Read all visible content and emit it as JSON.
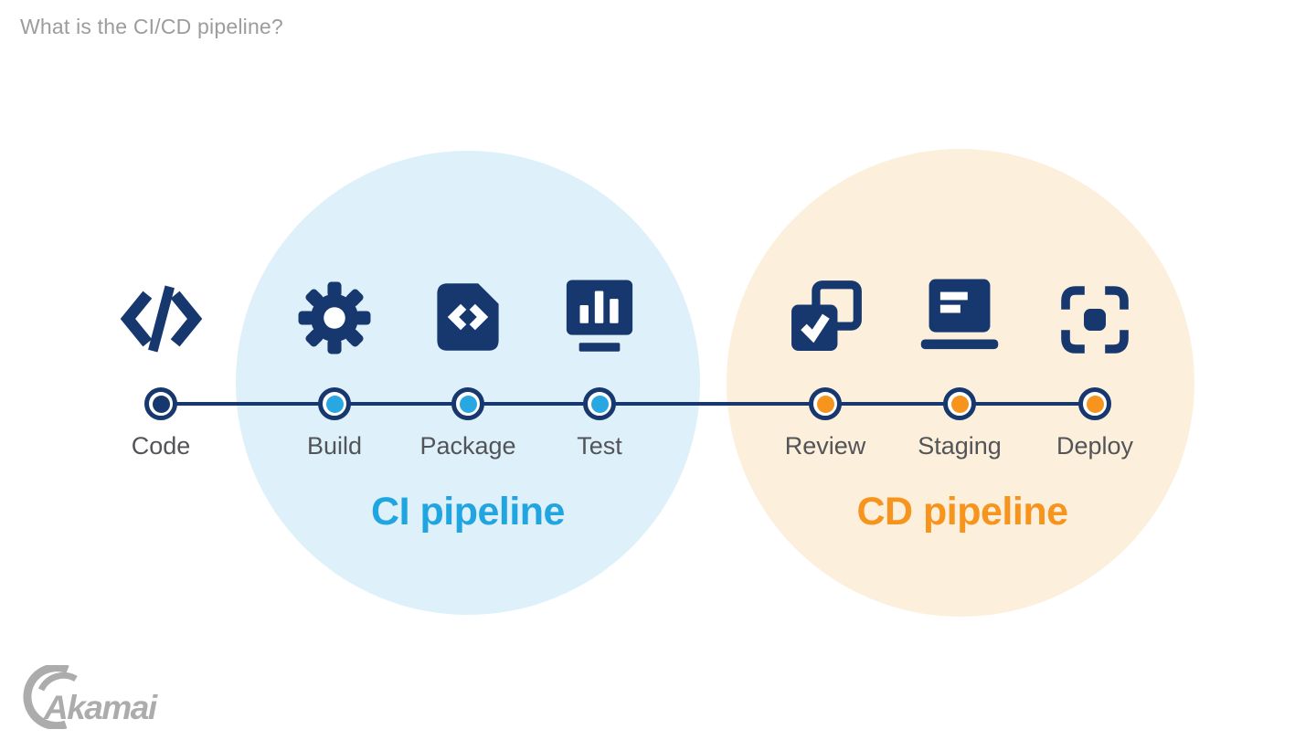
{
  "page": {
    "title": "What is the CI/CD pipeline?"
  },
  "colors": {
    "navy": "#17386E",
    "ci_blue": "#21A5E1",
    "cd_orange": "#F7941D",
    "ci_circle_bg": "#DEF0FA",
    "cd_circle_bg": "#FCEFDC",
    "title_gray": "#9C9C9C",
    "label_gray": "#525457",
    "logo_gray": "#ACACAC",
    "dot_blue": "#29A7E0",
    "dot_orange": "#F7941D"
  },
  "pipeline": {
    "ci_label": "CI pipeline",
    "cd_label": "CD pipeline",
    "steps": [
      {
        "label": "Code",
        "icon": "code-brackets-icon",
        "group": "none"
      },
      {
        "label": "Build",
        "icon": "gear-icon",
        "group": "ci"
      },
      {
        "label": "Package",
        "icon": "code-file-icon",
        "group": "ci"
      },
      {
        "label": "Test",
        "icon": "monitor-chart-icon",
        "group": "ci"
      },
      {
        "label": "Review",
        "icon": "approved-checkbox-icon",
        "group": "cd"
      },
      {
        "label": "Staging",
        "icon": "laptop-icon",
        "group": "cd"
      },
      {
        "label": "Deploy",
        "icon": "focus-target-icon",
        "group": "cd"
      }
    ]
  },
  "footer": {
    "logo_text": "Akamai"
  }
}
